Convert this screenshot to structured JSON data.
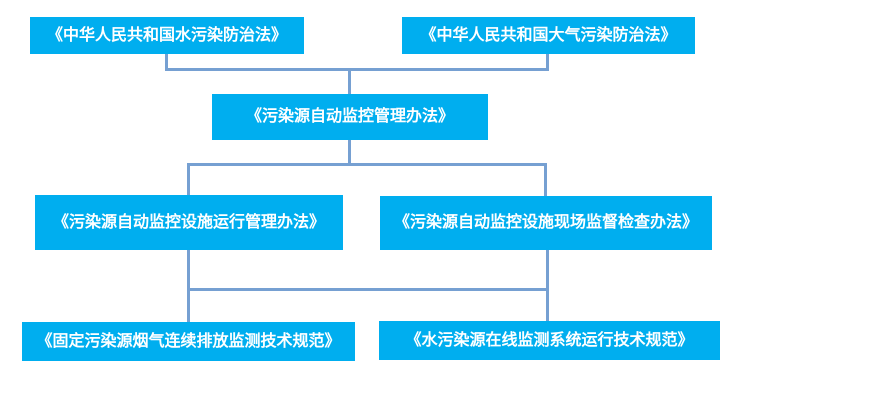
{
  "diagram": {
    "type": "flowchart",
    "background": "#ffffff",
    "node_fill": "#00aeef",
    "node_text_color": "#ffffff",
    "connector_color": "#76a0d2",
    "nodes": {
      "water_law": "《中华人民共和国水污染防治法》",
      "air_law": "《中华人民共和国大气污染防治法》",
      "auto_monitoring": "《污染源自动监控管理办法》",
      "facility_operation": "《污染源自动监控设施运行管理办法》",
      "onsite_inspection": "《污染源自动监控设施现场监督检查办法》",
      "flue_gas_spec": "《固定污染源烟气连续排放监测技术规范》",
      "water_online_spec": "《水污染源在线监测系统运行技术规范》"
    },
    "edges": [
      {
        "from": "water_law",
        "to": "auto_monitoring"
      },
      {
        "from": "air_law",
        "to": "auto_monitoring"
      },
      {
        "from": "auto_monitoring",
        "to": "facility_operation"
      },
      {
        "from": "auto_monitoring",
        "to": "onsite_inspection"
      },
      {
        "from": "facility_operation",
        "to": "flue_gas_spec"
      },
      {
        "from": "onsite_inspection",
        "to": "water_online_spec"
      },
      {
        "from": "facility_operation",
        "to": "water_online_spec"
      },
      {
        "from": "onsite_inspection",
        "to": "flue_gas_spec"
      }
    ]
  }
}
